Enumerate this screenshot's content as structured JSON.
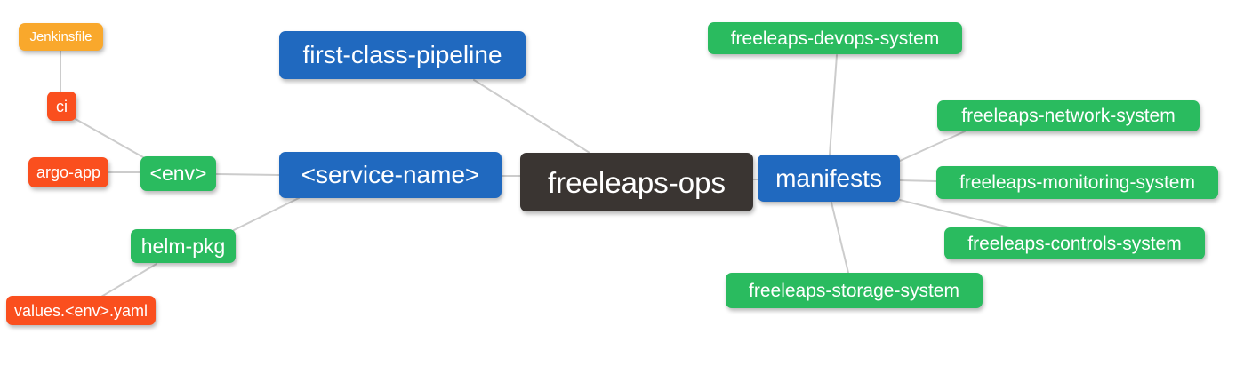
{
  "diagram": {
    "title": "freeleaps-ops mind map",
    "nodes": [
      {
        "id": "jenkinsfile",
        "label": "Jenkinsfile",
        "color": "orange"
      },
      {
        "id": "ci",
        "label": "ci",
        "color": "red"
      },
      {
        "id": "argo-app",
        "label": "argo-app",
        "color": "red"
      },
      {
        "id": "env",
        "label": "<env>",
        "color": "green"
      },
      {
        "id": "helm-pkg",
        "label": "helm-pkg",
        "color": "green"
      },
      {
        "id": "values-env-yaml",
        "label": "values.<env>.yaml",
        "color": "red"
      },
      {
        "id": "first-class-pipeline",
        "label": "first-class-pipeline",
        "color": "blue"
      },
      {
        "id": "service-name",
        "label": "<service-name>",
        "color": "blue"
      },
      {
        "id": "freeleaps-ops",
        "label": "freeleaps-ops",
        "color": "dark"
      },
      {
        "id": "manifests",
        "label": "manifests",
        "color": "blue"
      },
      {
        "id": "freeleaps-devops-system",
        "label": "freeleaps-devops-system",
        "color": "green"
      },
      {
        "id": "freeleaps-network-system",
        "label": "freeleaps-network-system",
        "color": "green"
      },
      {
        "id": "freeleaps-monitoring-system",
        "label": "freeleaps-monitoring-system",
        "color": "green"
      },
      {
        "id": "freeleaps-controls-system",
        "label": "freeleaps-controls-system",
        "color": "green"
      },
      {
        "id": "freeleaps-storage-system",
        "label": "freeleaps-storage-system",
        "color": "green"
      }
    ],
    "edges": [
      {
        "from": "jenkinsfile",
        "to": "ci"
      },
      {
        "from": "ci",
        "to": "env"
      },
      {
        "from": "argo-app",
        "to": "env"
      },
      {
        "from": "env",
        "to": "service-name"
      },
      {
        "from": "helm-pkg",
        "to": "service-name"
      },
      {
        "from": "values-env-yaml",
        "to": "helm-pkg"
      },
      {
        "from": "first-class-pipeline",
        "to": "freeleaps-ops"
      },
      {
        "from": "service-name",
        "to": "freeleaps-ops"
      },
      {
        "from": "freeleaps-ops",
        "to": "manifests"
      },
      {
        "from": "manifests",
        "to": "freeleaps-devops-system"
      },
      {
        "from": "manifests",
        "to": "freeleaps-network-system"
      },
      {
        "from": "manifests",
        "to": "freeleaps-monitoring-system"
      },
      {
        "from": "manifests",
        "to": "freeleaps-controls-system"
      },
      {
        "from": "manifests",
        "to": "freeleaps-storage-system"
      }
    ]
  },
  "palette": {
    "orange": "#F9A82C",
    "red": "#FA4F1E",
    "green": "#2ABB5F",
    "blue": "#2069BF",
    "dark": "#3A3532",
    "edge": "#CCCCCC",
    "text": "#FFFFFF"
  }
}
